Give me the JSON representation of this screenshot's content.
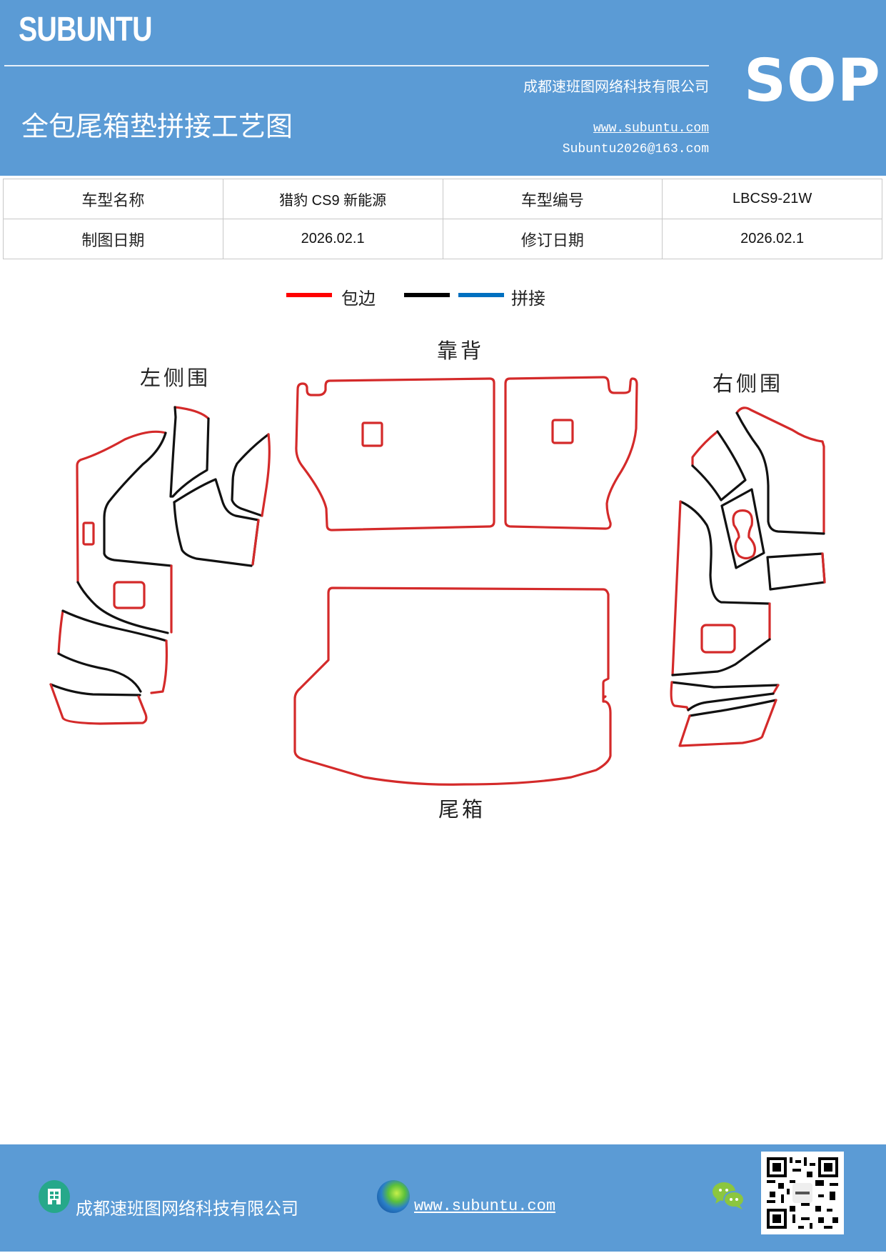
{
  "header": {
    "brand": "SUBUNTU",
    "company": "成都速班图网络科技有限公司",
    "badge": "SOP",
    "title": "全包尾箱垫拼接工艺图",
    "website": "www.subuntu.com",
    "email": "Subuntu2026@163.com",
    "background_color": "#5b9bd5"
  },
  "info_table": {
    "rows": [
      {
        "label1": "车型名称",
        "value1": "猎豹 CS9 新能源",
        "label2": "车型编号",
        "value2": "LBCS9-21W"
      },
      {
        "label1": "制图日期",
        "value1": "2026.02.1",
        "label2": "修订日期",
        "value2": "2026.02.1"
      }
    ]
  },
  "legend": {
    "items": [
      {
        "label": "包边",
        "color": "#ff0000"
      },
      {
        "label": "",
        "color": "#000000"
      },
      {
        "label": "拼接",
        "color": "#0070c0"
      }
    ]
  },
  "diagram": {
    "sections": {
      "backrest": "靠背",
      "left_side": "左侧围",
      "right_side": "右侧围",
      "trunk": "尾箱"
    },
    "edge_color": "#d42a2a",
    "seam_color": "#111111"
  },
  "footer": {
    "company": "成都速班图网络科技有限公司",
    "website": "www.subuntu.com",
    "icons": [
      "building-icon",
      "globe-icon",
      "wechat-icon",
      "qr-code"
    ]
  }
}
